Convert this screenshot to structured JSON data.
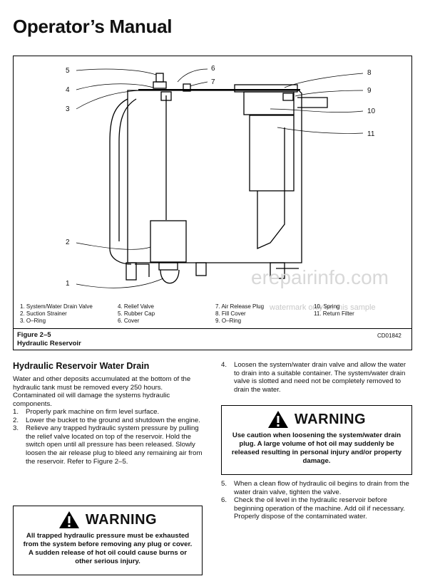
{
  "page": {
    "title": "Operator’s Manual"
  },
  "figure": {
    "callouts": [
      "1",
      "2",
      "3",
      "4",
      "5",
      "6",
      "7",
      "8",
      "9",
      "10",
      "11"
    ],
    "legend_col1": [
      "1.   System/Water Drain Valve",
      "2.   Suction Strainer",
      "3.   O–Ring"
    ],
    "legend_col2": [
      "4.   Relief Valve",
      "5.   Rubber Cap",
      "6.   Cover"
    ],
    "legend_col3": [
      "7.   Air Release Plug",
      "8.   Fill Cover",
      "9.   O–Ring"
    ],
    "legend_col4": [
      "10. Spring",
      "11. Return Filter"
    ],
    "caption_number": "Figure 2–5",
    "caption_title": "Hydraulic Reservoir",
    "figure_id": "CD01842"
  },
  "watermark": {
    "main": "erepairinfo.com",
    "small": "watermark only on this sample"
  },
  "section": {
    "heading": "Hydraulic Reservoir Water Drain",
    "intro": "Water and other deposits accumulated at the bottom of the hydraulic tank must be removed every 250 hours. Contaminated oil will damage the systems hydraulic components.",
    "steps_left": [
      {
        "num": "1.",
        "text": "Properly park machine on firm level surface."
      },
      {
        "num": "2.",
        "text": "Lower the bucket to the ground and shutdown the engine."
      },
      {
        "num": "3.",
        "text": "Relieve any trapped hydraulic system pressure by pulling the relief valve located on top of the reservoir.  Hold the switch open until all pressure has been released.  Slowly loosen the air release plug to bleed any remaining air from the reservoir.  Refer to Figure 2–5."
      }
    ],
    "steps_right_a": [
      {
        "num": "4.",
        "text": "Loosen the system/water drain valve and allow the water to drain into a suitable container.  The system/water drain valve is slotted and need not be completely removed to drain the water."
      }
    ],
    "steps_right_b": [
      {
        "num": "5.",
        "text": "When a clean flow of hydraulic oil begins to drain from the water drain valve, tighten the valve."
      },
      {
        "num": "6.",
        "text": "Check the oil level in the hydraulic reservoir before beginning operation of the machine.  Add oil if necessary.  Properly dispose of the contaminated water."
      }
    ]
  },
  "warning_right": {
    "title": "WARNING",
    "text": "Use caution when loosening the system/water drain plug.  A large volume of hot oil may suddenly be released resulting in personal injury and/or property damage."
  },
  "warning_left": {
    "title": "WARNING",
    "text": "All trapped hydraulic pressure must be exhausted from the system before removing any plug or cover.  A sudden release of hot oil could cause burns or other serious injury."
  }
}
